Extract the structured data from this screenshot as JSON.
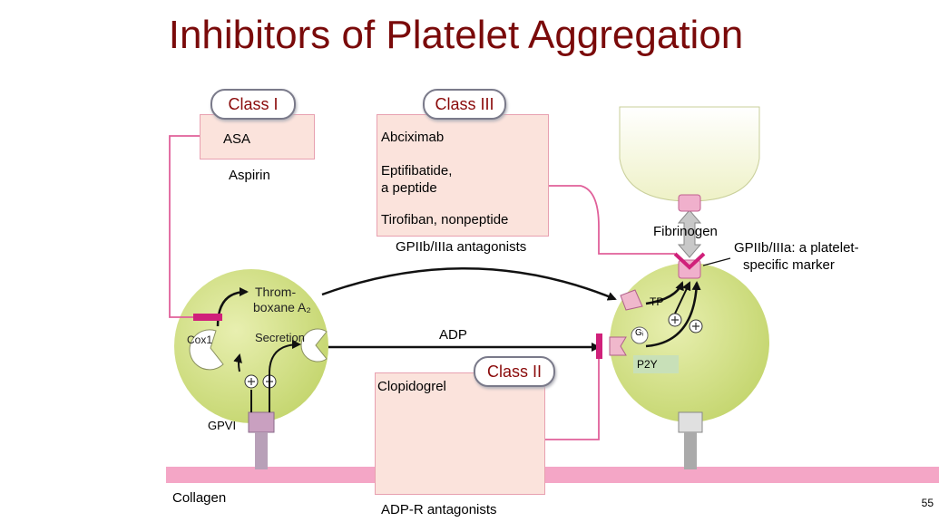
{
  "title": "Inhibitors of Platelet Aggregation",
  "page_number": "55",
  "class_i": {
    "badge": "Class I",
    "drug": "ASA",
    "caption": "Aspirin"
  },
  "class_iii": {
    "badge": "Class III",
    "drugs": [
      "Abciximab",
      "Eptifibatide,",
      "a peptide",
      "Tirofiban, nonpeptide"
    ],
    "caption": "GPIIb/IIIa antagonists"
  },
  "class_ii": {
    "badge": "Class II",
    "drug": "Clopidogrel",
    "caption": "ADP-R antagonists"
  },
  "platelet_left": {
    "thromboxane": [
      "Throm-",
      "boxane A₂"
    ],
    "secretion": "Secretion",
    "cox1": "Cox1",
    "receptor": "GPVI"
  },
  "platelet_right": {
    "tp": "TP",
    "gi": "Gᵢ",
    "p2y": "P2Y"
  },
  "labels": {
    "adp": "ADP",
    "fibrinogen": "Fibrinogen",
    "gp_marker": [
      "GPIIb/IIIa: a platelet-",
      "specific marker"
    ],
    "collagen": "Collagen"
  },
  "colors": {
    "title": "#7a0a0a",
    "badge_text": "#8a0a0a",
    "platelet_fill": "#d7e38a",
    "collagen": "#f4a6c6",
    "connector": "#e0609a",
    "drug_box": "#fbe3dc"
  }
}
